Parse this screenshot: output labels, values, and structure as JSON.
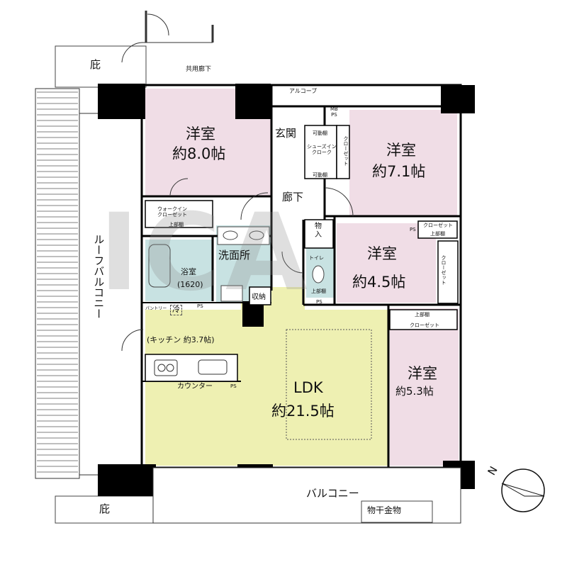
{
  "rooms": {
    "western_8": {
      "name": "洋室",
      "size": "約8.0帖"
    },
    "western_7": {
      "name": "洋室",
      "size": "約7.1帖"
    },
    "western_45": {
      "name": "洋室",
      "size": "約4.5帖"
    },
    "western_53": {
      "name": "洋室",
      "size": "約5.3帖"
    },
    "ldk": {
      "name": "LDK",
      "size": "約21.5帖"
    },
    "kitchen": "(キッチン 約3.7帖)",
    "washroom": "洗面所",
    "bath": {
      "name": "浴室",
      "size": "(1620)"
    },
    "toilet": "トイレ",
    "entrance": "玄関",
    "hallway": "廊下"
  },
  "outdoor": {
    "roof_balcony": "ルーフバルコニー",
    "balcony": "バルコニー",
    "eaves_top": "庇",
    "eaves_bottom": "庇",
    "common_corridor": "共用廊下",
    "alcove": "アルコーブ",
    "laundry_hanger": "物干金物"
  },
  "storage": {
    "walk_in_closet": "ウォークイン\nクローゼット",
    "upper_shelf": "上部棚",
    "closet": "クローゼット",
    "shoes_in_closet": "シューズイン\nクローク",
    "movable_shelf": "可動棚",
    "storage": "収納",
    "mono_ire": "物入",
    "pantry": "パントリー",
    "counter": "カウンター",
    "fridge": "冷",
    "ps": "PS",
    "mb_ps": "MB\nPS"
  },
  "compass": {
    "label": "N"
  },
  "watermark": "ICA",
  "colors": {
    "bedroom": "#f0dde6",
    "ldk": "#eef0b2",
    "wet": "#c8e2e2",
    "wall": "#000000"
  }
}
